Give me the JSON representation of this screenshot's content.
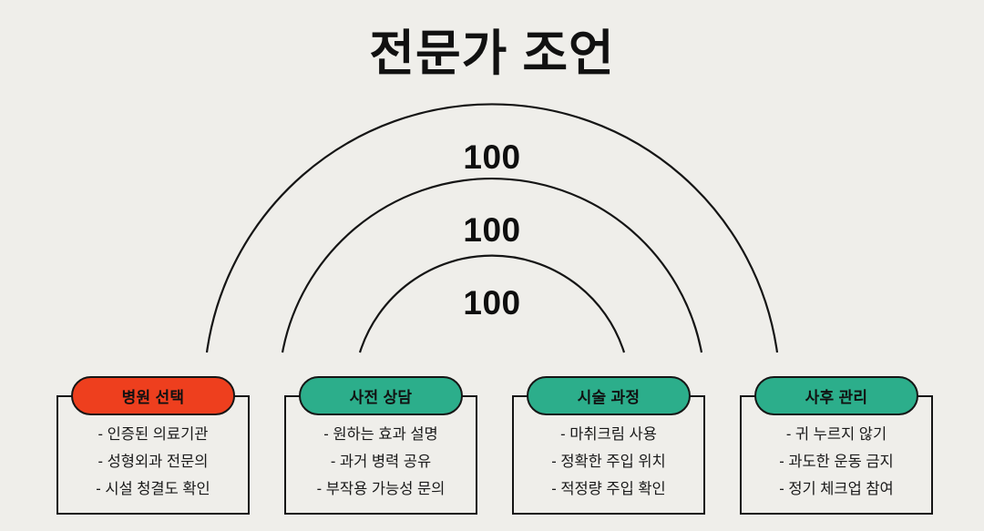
{
  "background_color": "#efeeea",
  "header": {
    "title": "전문가 조언"
  },
  "arcs": [
    {
      "label": "100"
    },
    {
      "label": "100"
    },
    {
      "label": "100"
    }
  ],
  "colors": {
    "accent_red": "#ee3f1e",
    "accent_teal": "#2cae8b",
    "outline": "#151515",
    "text": "#111111"
  },
  "cards": [
    {
      "title": "병원 선택",
      "color": "#ee3f1e",
      "items": [
        "- 인증된 의료기관",
        "- 성형외과 전문의",
        "- 시설 청결도 확인"
      ]
    },
    {
      "title": "사전 상담",
      "color": "#2cae8b",
      "items": [
        "- 원하는 효과 설명",
        "- 과거 병력 공유",
        "- 부작용 가능성 문의"
      ]
    },
    {
      "title": "시술 과정",
      "color": "#2cae8b",
      "items": [
        "- 마취크림 사용",
        "- 정확한 주입 위치",
        "- 적정량 주입 확인"
      ]
    },
    {
      "title": "사후 관리",
      "color": "#2cae8b",
      "items": [
        "- 귀 누르지 않기",
        "- 과도한 운동 금지",
        "- 정기 체크업 참여"
      ]
    }
  ]
}
